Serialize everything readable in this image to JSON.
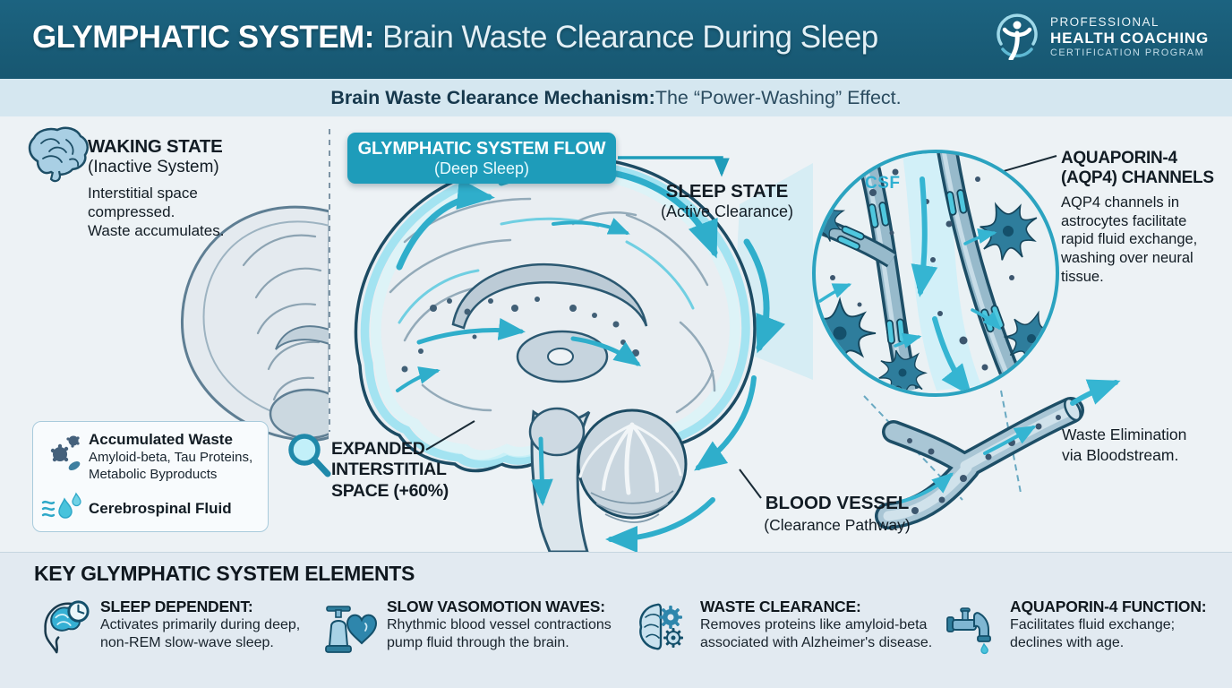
{
  "header": {
    "title_bold": "GLYMPHATIC SYSTEM:",
    "title_rest": " Brain Waste Clearance During Sleep",
    "logo": {
      "line1": "PROFESSIONAL",
      "line2": "HEALTH COACHING",
      "line3": "CERTIFICATION PROGRAM"
    }
  },
  "subtitle": {
    "bold": "Brain Waste Clearance Mechanism:",
    "rest": " The “Power-Washing” Effect."
  },
  "waking": {
    "title": "WAKING STATE",
    "subtitle": "(Inactive System)",
    "body": "Interstitial space\ncompressed.\nWaste accumulates."
  },
  "flow_badge": {
    "title": "GLYMPHATIC SYSTEM FLOW",
    "subtitle": "(Deep Sleep)"
  },
  "sleep_state": {
    "title": "SLEEP STATE",
    "subtitle": "(Active Clearance)"
  },
  "aquaporin": {
    "title": "AQUAPORIN-4\n(AQP4) CHANNELS",
    "body": "AQP4 channels in\nastrocytes facilitate\nrapid fluid exchange,\nwashing over neural\ntissue."
  },
  "inset": {
    "csf_label": "CSF"
  },
  "expanded_space": {
    "label": "EXPANDED\nINTERSTITIAL\nSPACE (+60%)"
  },
  "blood_vessel": {
    "title": "BLOOD VESSEL",
    "subtitle": "(Clearance Pathway)"
  },
  "waste_elimination": {
    "label": "Waste Elimination\nvia Bloodstream."
  },
  "legend": {
    "waste_title": "Accumulated Waste",
    "waste_body": "Amyloid-beta, Tau Proteins,\nMetabolic Byproducts",
    "csf_title": "Cerebrospinal Fluid"
  },
  "key_elements": {
    "heading": "KEY GLYMPHATIC SYSTEM ELEMENTS",
    "items": [
      {
        "icon": "head-brain-clock-icon",
        "title": "SLEEP DEPENDENT:",
        "body": "Activates primarily during deep,\nnon-REM slow-wave sleep."
      },
      {
        "icon": "pump-heart-icon",
        "title": "SLOW VASOMOTION WAVES:",
        "body": "Rhythmic blood vessel contractions\npump fluid through the brain."
      },
      {
        "icon": "brain-gears-icon",
        "title": "WASTE CLEARANCE:",
        "body": "Removes proteins like amyloid-beta\nassociated with Alzheimer's disease."
      },
      {
        "icon": "faucet-drop-icon",
        "title": "AQUAPORIN-4 FUNCTION:",
        "body": "Facilitates fluid exchange;\ndeclines with age."
      }
    ]
  },
  "colors": {
    "header_bg": "#1A5E7C",
    "subbar_bg": "#D5E7F0",
    "badge_bg": "#1E9CBA",
    "accent_cyan": "#2FAECB",
    "inset_border": "#2BA3C0",
    "text_dark": "#121C24"
  }
}
